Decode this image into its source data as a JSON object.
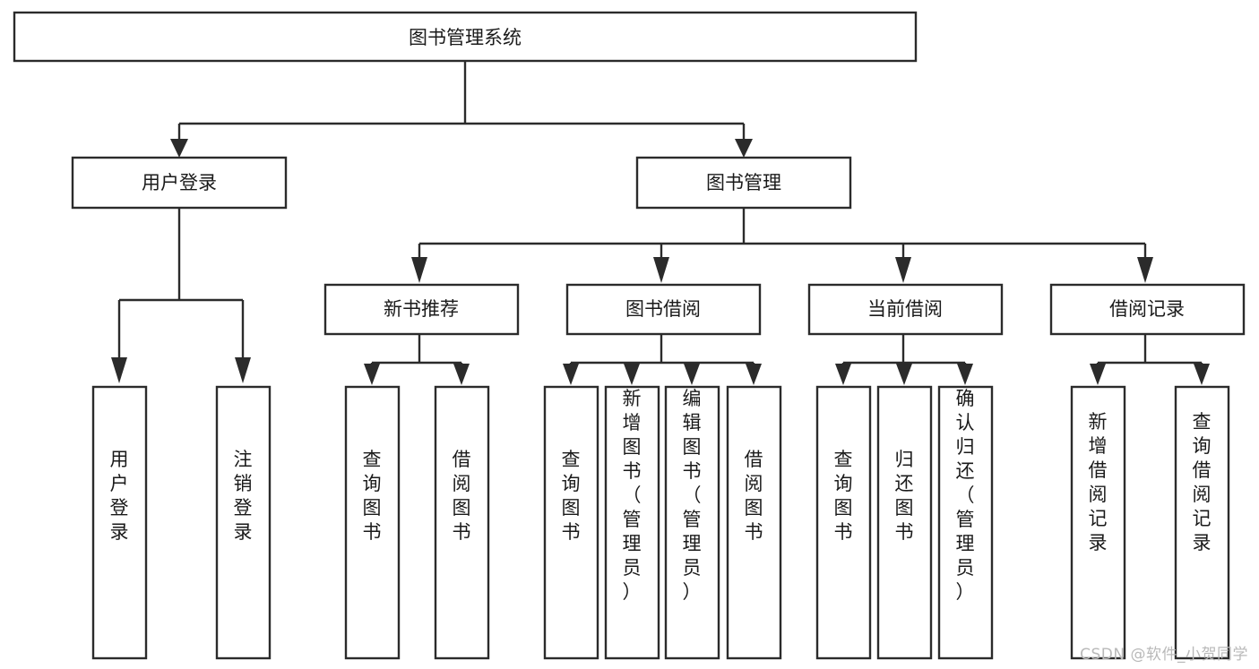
{
  "diagram": {
    "type": "tree",
    "title": "图书管理系统",
    "orientation": "top-down",
    "background_color": "#ffffff",
    "line_color": "#2b2b2b",
    "text_color": "#1a1a1a"
  },
  "root": {
    "label": "图书管理系统"
  },
  "level2": [
    {
      "label": "用户登录"
    },
    {
      "label": "图书管理"
    }
  ],
  "level3": [
    {
      "label": "新书推荐"
    },
    {
      "label": "图书借阅"
    },
    {
      "label": "当前借阅"
    },
    {
      "label": "借阅记录"
    }
  ],
  "leaves": {
    "user_login": [
      {
        "label": "用户登录"
      },
      {
        "label": "注销登录"
      }
    ],
    "new_book_recommend": [
      {
        "label": "查询图书"
      },
      {
        "label": "借阅图书"
      }
    ],
    "book_borrow": [
      {
        "label": "查询图书"
      },
      {
        "label": "新增图书（管理员）"
      },
      {
        "label": "编辑图书（管理员）"
      },
      {
        "label": "借阅图书"
      }
    ],
    "current_borrow": [
      {
        "label": "查询图书"
      },
      {
        "label": "归还图书"
      },
      {
        "label": "确认归还（管理员）"
      }
    ],
    "borrow_record": [
      {
        "label": "新增借阅记录"
      },
      {
        "label": "查询借阅记录"
      }
    ]
  },
  "watermark": {
    "text": "CSDN @软件_小贺同学"
  }
}
